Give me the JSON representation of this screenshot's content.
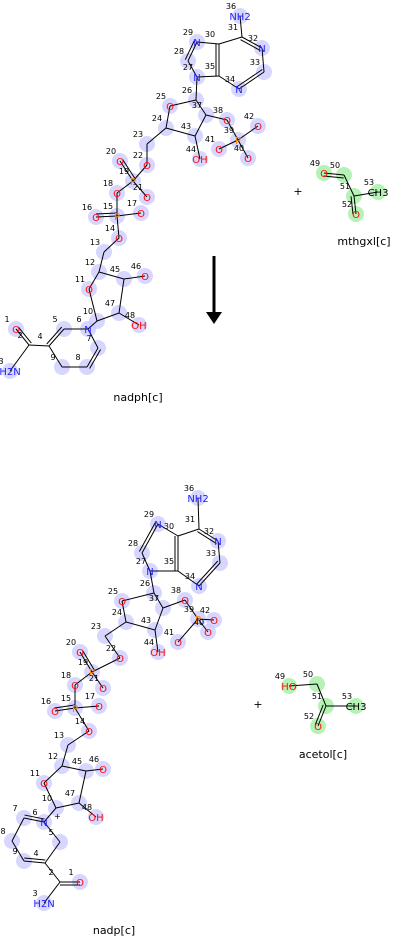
{
  "reaction": {
    "plus_top": "+",
    "plus_bottom": "+",
    "arrow": "reaction-arrow"
  },
  "molecules": {
    "nadph": {
      "name": "nadph[c]",
      "atoms": [
        {
          "n": "36",
          "el": "N",
          "label": "NH2"
        },
        {
          "n": "29",
          "el": "N",
          "label": "N"
        },
        {
          "n": "28",
          "el": "C",
          "label": ""
        },
        {
          "n": "30",
          "el": "C",
          "label": ""
        },
        {
          "n": "31",
          "el": "C",
          "label": ""
        },
        {
          "n": "32",
          "el": "N",
          "label": "N"
        },
        {
          "n": "33",
          "el": "C",
          "label": ""
        },
        {
          "n": "34",
          "el": "N",
          "label": "N"
        },
        {
          "n": "35",
          "el": "C",
          "label": ""
        },
        {
          "n": "27",
          "el": "N",
          "label": "N"
        },
        {
          "n": "26",
          "el": "C",
          "label": ""
        },
        {
          "n": "25",
          "el": "O",
          "label": "O"
        },
        {
          "n": "37",
          "el": "C",
          "label": ""
        },
        {
          "n": "38",
          "el": "O",
          "label": "O"
        },
        {
          "n": "39",
          "el": "P",
          "label": "P"
        },
        {
          "n": "42",
          "el": "O",
          "label": "O"
        },
        {
          "n": "40",
          "el": "O",
          "label": "O"
        },
        {
          "n": "41",
          "el": "O",
          "label": "O"
        },
        {
          "n": "43",
          "el": "C",
          "label": ""
        },
        {
          "n": "44",
          "el": "O",
          "label": "OH"
        },
        {
          "n": "24",
          "el": "C",
          "label": ""
        },
        {
          "n": "23",
          "el": "C",
          "label": ""
        },
        {
          "n": "22",
          "el": "O",
          "label": "O"
        },
        {
          "n": "19",
          "el": "P",
          "label": "P"
        },
        {
          "n": "20",
          "el": "O",
          "label": "O"
        },
        {
          "n": "21",
          "el": "O",
          "label": "O"
        },
        {
          "n": "18",
          "el": "O",
          "label": "O"
        },
        {
          "n": "15",
          "el": "P",
          "label": "P"
        },
        {
          "n": "16",
          "el": "O",
          "label": "O"
        },
        {
          "n": "17",
          "el": "O",
          "label": "O"
        },
        {
          "n": "14",
          "el": "O",
          "label": "O"
        },
        {
          "n": "13",
          "el": "C",
          "label": ""
        },
        {
          "n": "12",
          "el": "C",
          "label": ""
        },
        {
          "n": "11",
          "el": "O",
          "label": "O"
        },
        {
          "n": "45",
          "el": "C",
          "label": ""
        },
        {
          "n": "46",
          "el": "O",
          "label": "O"
        },
        {
          "n": "47",
          "el": "C",
          "label": ""
        },
        {
          "n": "48",
          "el": "O",
          "label": "OH"
        },
        {
          "n": "10",
          "el": "C",
          "label": ""
        },
        {
          "n": "6",
          "el": "N",
          "label": "N"
        },
        {
          "n": "5",
          "el": "C",
          "label": ""
        },
        {
          "n": "4",
          "el": "C",
          "label": ""
        },
        {
          "n": "9",
          "el": "C",
          "label": ""
        },
        {
          "n": "8",
          "el": "C",
          "label": ""
        },
        {
          "n": "7",
          "el": "C",
          "label": ""
        },
        {
          "n": "2",
          "el": "C",
          "label": ""
        },
        {
          "n": "1",
          "el": "O",
          "label": "O"
        },
        {
          "n": "3",
          "el": "N",
          "label": "H2N"
        }
      ]
    },
    "mthgxl": {
      "name": "mthgxl[c]",
      "atoms": [
        {
          "n": "49",
          "el": "O",
          "label": "O"
        },
        {
          "n": "50",
          "el": "C",
          "label": ""
        },
        {
          "n": "51",
          "el": "C",
          "label": ""
        },
        {
          "n": "52",
          "el": "O",
          "label": "O"
        },
        {
          "n": "53",
          "el": "C",
          "label": "CH3"
        }
      ]
    },
    "nadp": {
      "name": "nadp[c]",
      "charge": "+",
      "atoms": [
        {
          "n": "36",
          "el": "N",
          "label": "NH2"
        },
        {
          "n": "29",
          "el": "N",
          "label": "N"
        },
        {
          "n": "28",
          "el": "C",
          "label": ""
        },
        {
          "n": "30",
          "el": "C",
          "label": ""
        },
        {
          "n": "31",
          "el": "C",
          "label": ""
        },
        {
          "n": "32",
          "el": "N",
          "label": "N"
        },
        {
          "n": "33",
          "el": "C",
          "label": ""
        },
        {
          "n": "34",
          "el": "N",
          "label": "N"
        },
        {
          "n": "35",
          "el": "C",
          "label": ""
        },
        {
          "n": "27",
          "el": "N",
          "label": "N"
        },
        {
          "n": "26",
          "el": "C",
          "label": ""
        },
        {
          "n": "25",
          "el": "O",
          "label": "O"
        },
        {
          "n": "37",
          "el": "C",
          "label": ""
        },
        {
          "n": "38",
          "el": "O",
          "label": "O"
        },
        {
          "n": "39",
          "el": "P",
          "label": "P"
        },
        {
          "n": "42",
          "el": "O",
          "label": "O"
        },
        {
          "n": "40",
          "el": "O",
          "label": "O"
        },
        {
          "n": "41",
          "el": "O",
          "label": "O"
        },
        {
          "n": "43",
          "el": "C",
          "label": ""
        },
        {
          "n": "44",
          "el": "O",
          "label": "OH"
        },
        {
          "n": "24",
          "el": "C",
          "label": ""
        },
        {
          "n": "23",
          "el": "C",
          "label": ""
        },
        {
          "n": "22",
          "el": "O",
          "label": "O"
        },
        {
          "n": "19",
          "el": "P",
          "label": "P"
        },
        {
          "n": "20",
          "el": "O",
          "label": "O"
        },
        {
          "n": "21",
          "el": "O",
          "label": "O"
        },
        {
          "n": "18",
          "el": "O",
          "label": "O"
        },
        {
          "n": "15",
          "el": "P",
          "label": "P"
        },
        {
          "n": "16",
          "el": "O",
          "label": "O"
        },
        {
          "n": "17",
          "el": "O",
          "label": "O"
        },
        {
          "n": "14",
          "el": "O",
          "label": "O"
        },
        {
          "n": "13",
          "el": "C",
          "label": ""
        },
        {
          "n": "12",
          "el": "C",
          "label": ""
        },
        {
          "n": "11",
          "el": "O",
          "label": "O"
        },
        {
          "n": "45",
          "el": "C",
          "label": ""
        },
        {
          "n": "46",
          "el": "O",
          "label": "O"
        },
        {
          "n": "47",
          "el": "C",
          "label": ""
        },
        {
          "n": "48",
          "el": "O",
          "label": "OH"
        },
        {
          "n": "10",
          "el": "C",
          "label": ""
        },
        {
          "n": "6",
          "el": "N",
          "label": "N"
        },
        {
          "n": "7",
          "el": "C",
          "label": ""
        },
        {
          "n": "8",
          "el": "C",
          "label": ""
        },
        {
          "n": "9",
          "el": "C",
          "label": ""
        },
        {
          "n": "4",
          "el": "C",
          "label": ""
        },
        {
          "n": "5",
          "el": "C",
          "label": ""
        },
        {
          "n": "2",
          "el": "C",
          "label": ""
        },
        {
          "n": "1",
          "el": "O",
          "label": "O"
        },
        {
          "n": "3",
          "el": "N",
          "label": "H2N"
        }
      ]
    },
    "acetol": {
      "name": "acetol[c]",
      "atoms": [
        {
          "n": "49",
          "el": "O",
          "label": "HO"
        },
        {
          "n": "50",
          "el": "C",
          "label": ""
        },
        {
          "n": "51",
          "el": "C",
          "label": ""
        },
        {
          "n": "52",
          "el": "O",
          "label": "O"
        },
        {
          "n": "53",
          "el": "C",
          "label": "CH3"
        }
      ]
    }
  },
  "colors": {
    "nitrogen": "#2020ff",
    "oxygen": "#ff0d0d",
    "phosphorus": "#ff8000",
    "carbon": "#000000",
    "highlight_reactant_cofactor": "#c8c8ff",
    "highlight_substrate": "#a8f0a8"
  }
}
